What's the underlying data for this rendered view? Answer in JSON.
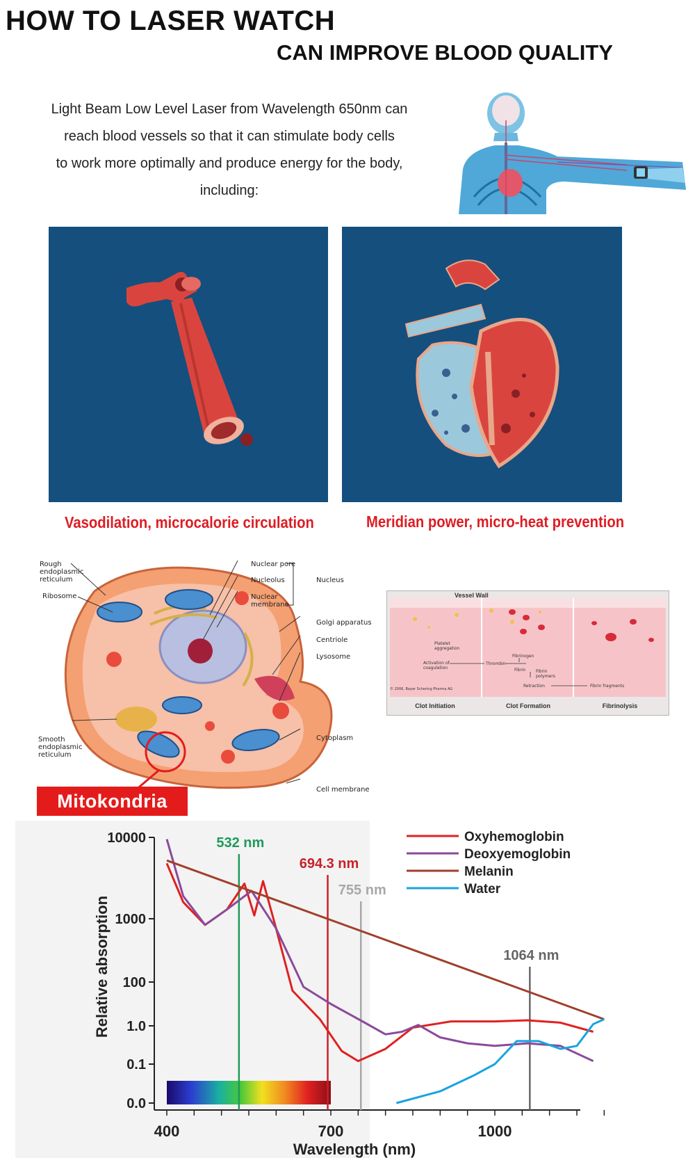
{
  "header": {
    "title": "HOW TO LASER WATCH",
    "subtitle": "CAN IMPROVE BLOOD QUALITY"
  },
  "intro": {
    "lines": [
      "Light Beam Low Level Laser from Wavelength 650nm can",
      "reach blood vessels so that it can stimulate body cells",
      "to work more optimally and produce energy for the body,",
      "including:"
    ]
  },
  "panels": {
    "left_caption": "Vasodilation, microcalorie circulation",
    "right_caption": "Meridian power, micro-heat prevention",
    "colors": {
      "panel_bg": "#144f7e",
      "artery": "#d9453e",
      "heart_blue": "#9cc8dc",
      "caption": "#dd1d24"
    }
  },
  "cell_diagram": {
    "labels": {
      "rough_er": "Rough\nendoplasmic\nreticulum",
      "ribosome": "Ribosome",
      "nuclear_pore": "Nuclear pore",
      "nucleolus": "Nucleolus",
      "nucleus": "Nucleus",
      "nuclear_membrane": "Nuclear\nmembrane",
      "golgi": "Golgi apparatus",
      "centriole": "Centriole",
      "lysosome": "Lysosome",
      "smooth_er": "Smooth\nendoplasmic\nreticulum",
      "cytoplasm": "Cytoplasm",
      "cell_membrane": "Cell membrane"
    },
    "highlight": "Mitokondria"
  },
  "vessel_diagram": {
    "wall_label": "Vessel Wall",
    "platelet": "Platelet\naggregation",
    "activation": "Activation of\ncoagulation",
    "thrombin": "Thrombin",
    "fibrinogen": "Fibrinogen",
    "fibrin": "Fibrin",
    "fibrin_polymers": "Fibrin\npolymers",
    "retraction": "Retraction",
    "fibrin_fragments": "Fibrin fragments",
    "copyright": "© 2006, Bayer Schering Pharma AG",
    "stages": [
      "Clot Initiation",
      "Clot Formation",
      "Fibrinolysis"
    ]
  },
  "chart_data": {
    "type": "line",
    "xlabel": "Wavelength (nm)",
    "ylabel": "Relative absorption",
    "x_ticks": [
      400,
      700,
      1000
    ],
    "y_ticks": [
      "10000",
      "1000",
      "100",
      "1.0",
      "0.1",
      "0.0"
    ],
    "xlim": [
      400,
      1200
    ],
    "markers": [
      {
        "label": "532 nm",
        "x": 532,
        "color": "#1e9a5c"
      },
      {
        "label": "694.3 nm",
        "x": 694.3,
        "color": "#c8202a"
      },
      {
        "label": "755 nm",
        "x": 755,
        "color": "#a8a8a8"
      },
      {
        "label": "1064 nm",
        "x": 1064,
        "color": "#666666"
      }
    ],
    "legend": {
      "position": "top-right"
    },
    "series": [
      {
        "name": "Oxyhemoglobin",
        "color": "#e02020",
        "points": [
          [
            400,
            4800
          ],
          [
            430,
            1600
          ],
          [
            470,
            800
          ],
          [
            510,
            1300
          ],
          [
            542,
            2700
          ],
          [
            560,
            1100
          ],
          [
            576,
            2900
          ],
          [
            600,
            700
          ],
          [
            630,
            40
          ],
          [
            680,
            2.0
          ],
          [
            720,
            0.22
          ],
          [
            750,
            0.12
          ],
          [
            800,
            0.25
          ],
          [
            850,
            0.9
          ],
          [
            920,
            1.6
          ],
          [
            1000,
            1.6
          ],
          [
            1060,
            1.8
          ],
          [
            1120,
            1.4
          ],
          [
            1180,
            0.7
          ]
        ]
      },
      {
        "name": "Deoxyemoglobin",
        "color": "#8a4a9a",
        "points": [
          [
            400,
            9500
          ],
          [
            430,
            1900
          ],
          [
            470,
            800
          ],
          [
            510,
            1300
          ],
          [
            555,
            2200
          ],
          [
            600,
            700
          ],
          [
            650,
            60
          ],
          [
            700,
            10
          ],
          [
            760,
            1.5
          ],
          [
            800,
            0.6
          ],
          [
            830,
            0.7
          ],
          [
            860,
            1.1
          ],
          [
            900,
            0.5
          ],
          [
            950,
            0.35
          ],
          [
            1000,
            0.3
          ],
          [
            1060,
            0.35
          ],
          [
            1120,
            0.3
          ],
          [
            1180,
            0.12
          ]
        ]
      },
      {
        "name": "Melanin",
        "color": "#a0402a",
        "points": [
          [
            400,
            5200
          ],
          [
            1200,
            2.0
          ]
        ]
      },
      {
        "name": "Water",
        "color": "#1aa3e0",
        "points": [
          [
            820,
            0.0
          ],
          [
            900,
            0.02
          ],
          [
            960,
            0.05
          ],
          [
            1000,
            0.1
          ],
          [
            1040,
            0.4
          ],
          [
            1080,
            0.4
          ],
          [
            1120,
            0.25
          ],
          [
            1150,
            0.3
          ],
          [
            1180,
            1.2
          ],
          [
            1200,
            2.0
          ]
        ]
      }
    ],
    "spectrum_bar": {
      "from": 400,
      "to": 700
    }
  }
}
